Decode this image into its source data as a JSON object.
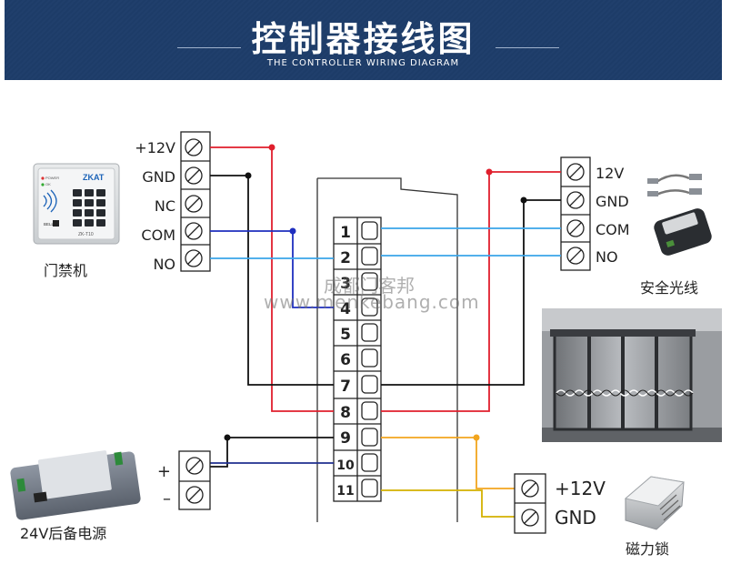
{
  "header": {
    "title": "控制器接线图",
    "subtitle": "THE CONTROLLER WIRING DIAGRAM"
  },
  "access_controller": {
    "name": "门禁机",
    "brand": "ZKAT",
    "model": "ZK-T10",
    "led_power": "POWER",
    "led_ok": "OK",
    "bell": "BELL",
    "terminals": [
      "+12V",
      "GND",
      "NC",
      "COM",
      "NO"
    ]
  },
  "safety_sensor": {
    "name": "安全光线",
    "terminals": [
      "12V",
      "GND",
      "COM",
      "NO"
    ]
  },
  "controller": {
    "terminal_numbers": [
      "1",
      "2",
      "3",
      "4",
      "5",
      "6",
      "7",
      "8",
      "9",
      "10",
      "11"
    ]
  },
  "backup_power": {
    "name": "24V后备电源",
    "terminals": [
      "+",
      "–"
    ]
  },
  "magnetic_lock": {
    "name": "磁力锁",
    "terminals": [
      "+12V",
      "GND"
    ]
  },
  "watermark": {
    "line1": "成都门客邦",
    "line2": "www.menkebang.com"
  },
  "colors": {
    "banner": "#1d3c68",
    "red": "#e01f2d",
    "black": "#111111",
    "blue": "#1f2fbf",
    "light_blue": "#3aa4e8",
    "orange": "#f2a51e",
    "yellow": "#d4b000"
  }
}
